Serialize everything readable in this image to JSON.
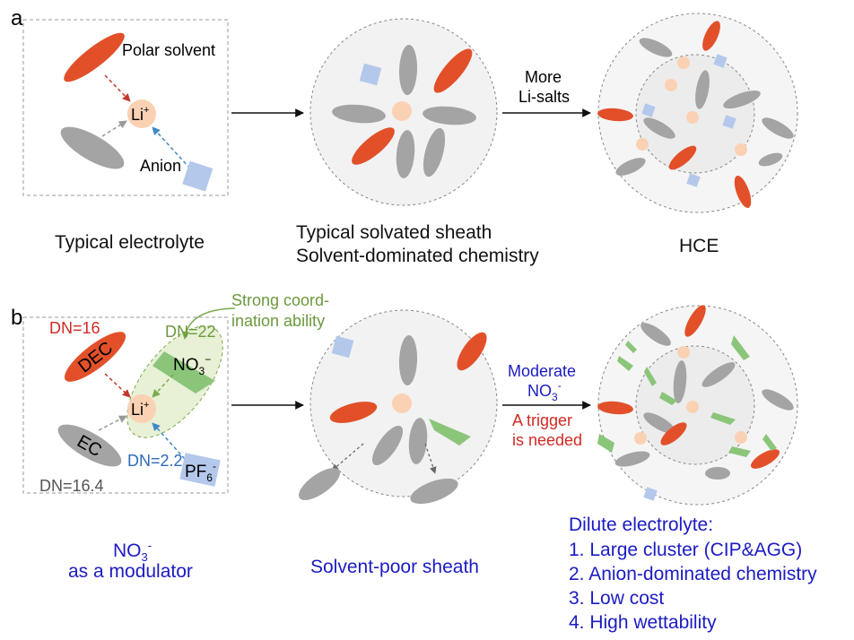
{
  "colors": {
    "solvent_orange": "#e2502a",
    "solvent_gray": "#a4a4a4",
    "anion_blue": "#b4c8ec",
    "li_ion": "#fbd1b4",
    "nitrate_green": "#8bc57a",
    "label_red": "#d02a24",
    "label_green": "#6b9a3c",
    "label_blue": "#2e6ab8",
    "label_navy": "#1b1bc2",
    "sheath_fill": "#f2f2f2"
  },
  "panel_a": {
    "letter": "a",
    "polar_solvent": "Polar solvent",
    "li": "Li",
    "li_sup": "+",
    "anion": "Anion",
    "arrow_label_line1": "More",
    "arrow_label_line2": "Li-salts",
    "caption_left": "Typical electrolyte",
    "caption_mid_line1": "Typical solvated sheath",
    "caption_mid_line2": "Solvent-dominated chemistry",
    "caption_right": "HCE"
  },
  "panel_b": {
    "letter": "b",
    "dn_dec": "DN=16",
    "dec": "DEC",
    "strong_line1": "Strong coord-",
    "strong_line2": "ination ability",
    "dn_no3": "DN=22",
    "no3_base": "NO",
    "no3_sub": "3",
    "no3_sup": "−",
    "li": "Li",
    "li_sup": "+",
    "ec": "EC",
    "dn_ec": "DN=16.4",
    "dn_pf6": "DN=2.2",
    "pf6_base": "PF",
    "pf6_sub": "6",
    "pf6_sup": "-",
    "arrow_line1": "Moderate",
    "arrow_line2_base": "NO",
    "arrow_line2_sub": "3",
    "arrow_line2_sup": "-",
    "arrow_line3": "A trigger",
    "arrow_line4": "is needed",
    "caption_left_base": "NO",
    "caption_left_sub": "3",
    "caption_left_sup": "-",
    "caption_left_line2": "as a modulator",
    "caption_mid": "Solvent-poor sheath",
    "caption_right_title": "Dilute electrolyte:",
    "caption_right_items": [
      "1. Large cluster (CIP&AGG)",
      "2. Anion-dominated chemistry",
      "3. Low cost",
      "4. High wettability"
    ]
  }
}
